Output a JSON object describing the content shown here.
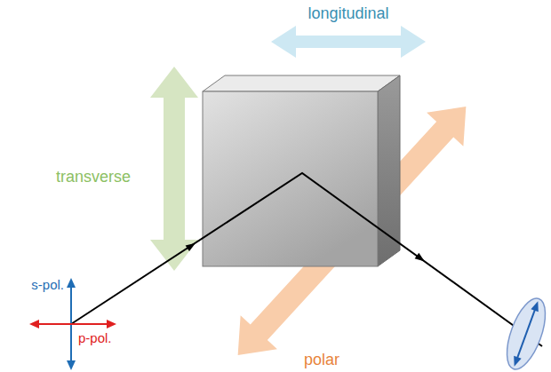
{
  "diagram": {
    "labels": [
      "longitudinal",
      "transverse",
      "polar",
      "s-pol.",
      "p-pol."
    ]
  }
}
